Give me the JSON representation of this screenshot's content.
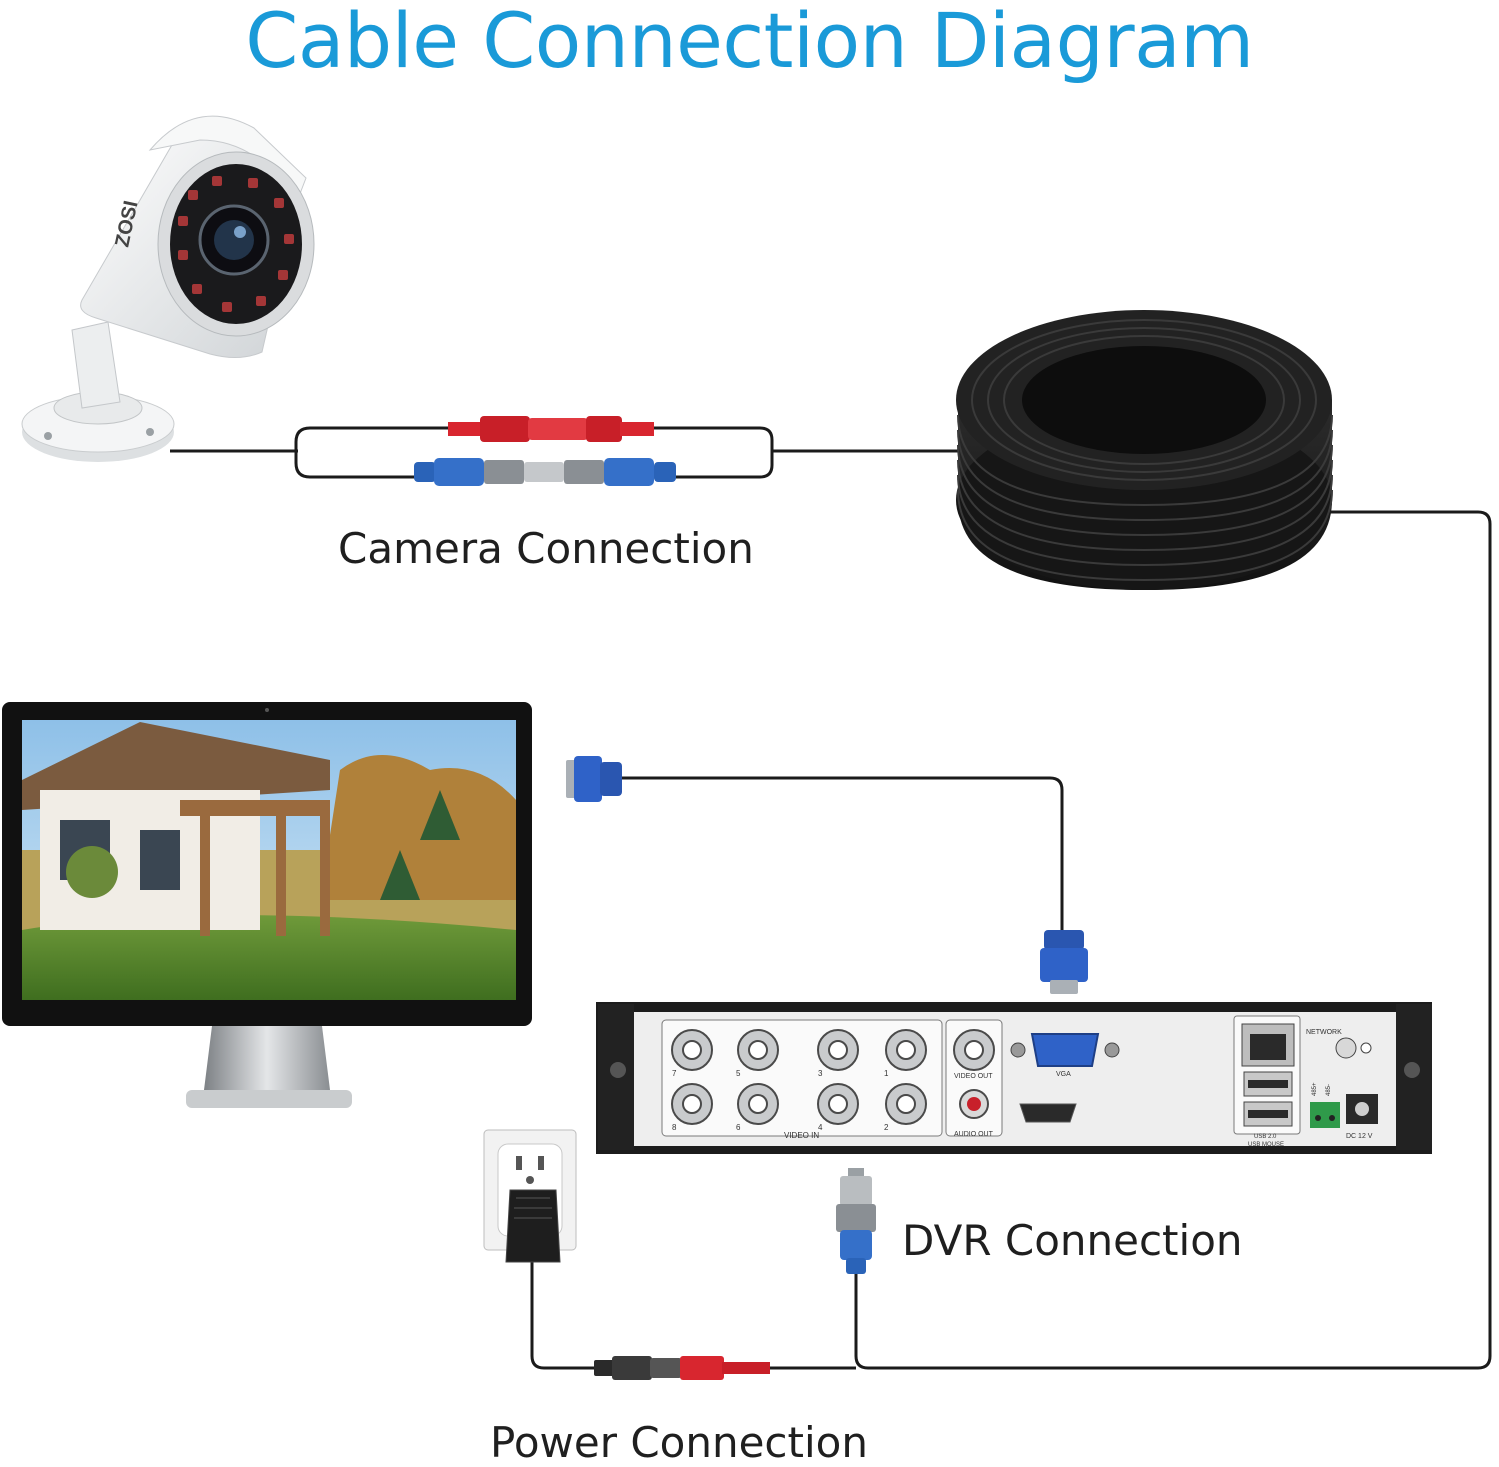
{
  "title": "Cable Connection Diagram",
  "captions": {
    "camera": "Camera Connection",
    "dvr": "DVR Connection",
    "power": "Power Connection"
  },
  "camera": {
    "brand": "ZOSI"
  },
  "dvr_panel": {
    "port_numbers": [
      "7",
      "5",
      "3",
      "1",
      "8",
      "6",
      "4",
      "2"
    ],
    "video_in": "VIDEO IN",
    "video_out": "VIDEO OUT",
    "audio_out": "AUDIO OUT",
    "vga": "VGA",
    "network": "NETWORK",
    "usb": "USB 2.0",
    "usb_mouse": "USB MOUSE",
    "rs485_plus": "485+",
    "rs485_minus": "485-",
    "dc": "DC 12 V"
  },
  "colors": {
    "title": "#1a9ad8",
    "cable": "#1b1b1b",
    "power_plug": "#d8262f",
    "video_plug": "#2a63b8",
    "vga_connector": "#2f62c8"
  }
}
